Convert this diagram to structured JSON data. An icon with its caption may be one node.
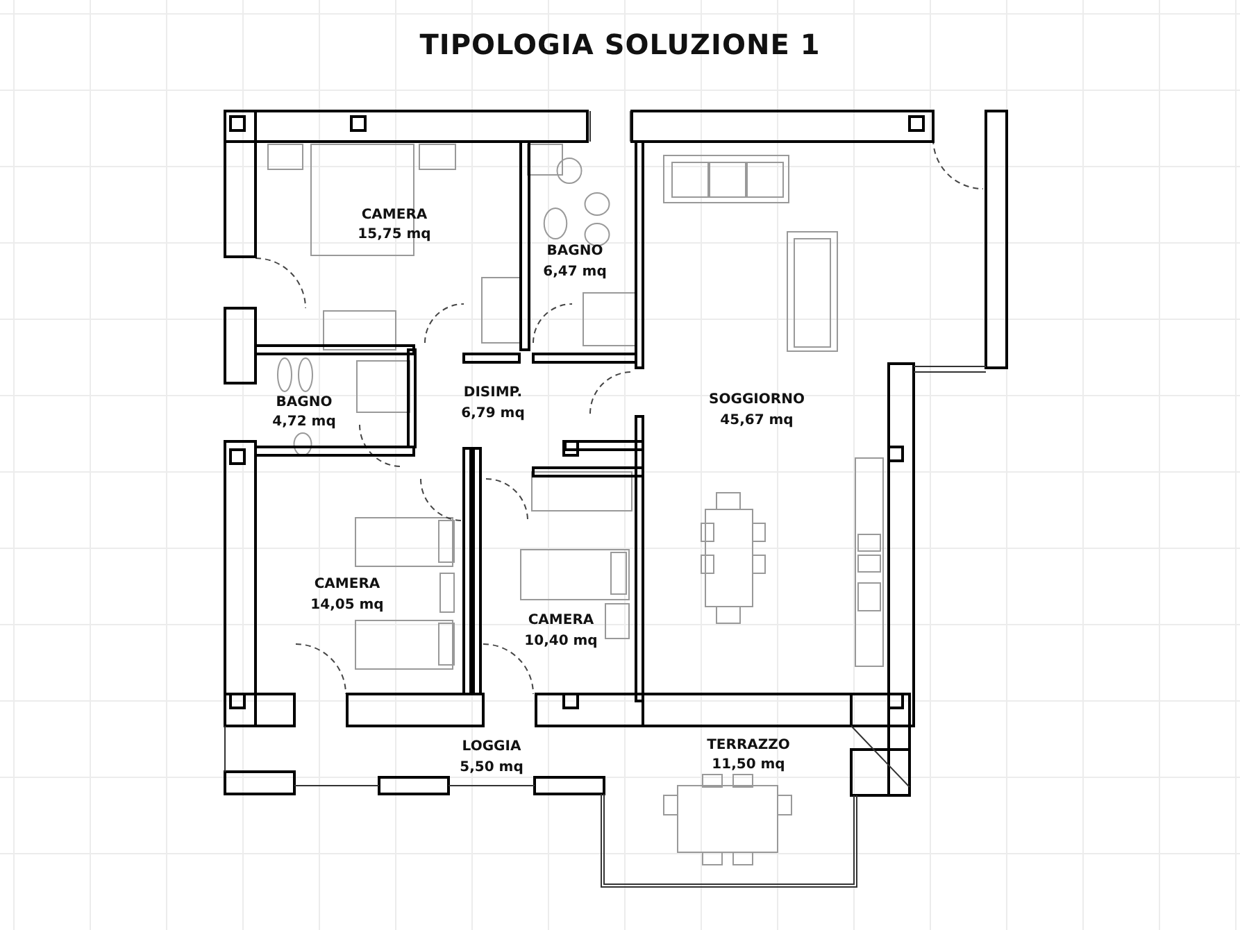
{
  "diagram": {
    "title": "TIPOLOGIA SOLUZIONE 1",
    "labels": [
      "CAMERA",
      "15,75 mq",
      "BAGNO",
      "6,47 mq",
      "BAGNO",
      "4,72 mq",
      "DISIMP.",
      "6,79 mq",
      "SOGGIORNO",
      "45,67 mq",
      "CAMERA",
      "14,05 mq",
      "CAMERA",
      "10,40 mq",
      "LOGGIA",
      "5,50 mq",
      "TERRAZZO",
      "11,50 mq"
    ]
  }
}
